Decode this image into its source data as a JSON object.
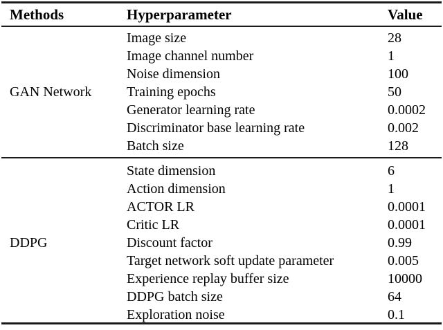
{
  "table": {
    "headers": {
      "methods": "Methods",
      "hyperparameter": "Hyperparameter",
      "value": "Value"
    },
    "groups": [
      {
        "label": "GAN Network",
        "rows": [
          {
            "hyperparameter": "Image size",
            "value": "28"
          },
          {
            "hyperparameter": "Image channel number",
            "value": "1"
          },
          {
            "hyperparameter": "Noise dimension",
            "value": "100"
          },
          {
            "hyperparameter": "Training epochs",
            "value": "50"
          },
          {
            "hyperparameter": "Generator learning rate",
            "value": "0.0002"
          },
          {
            "hyperparameter": "Discriminator base learning rate",
            "value": "0.002"
          },
          {
            "hyperparameter": "Batch size",
            "value": "128"
          }
        ]
      },
      {
        "label": "DDPG",
        "rows": [
          {
            "hyperparameter": "State dimension",
            "value": "6"
          },
          {
            "hyperparameter": "Action dimension",
            "value": "1"
          },
          {
            "hyperparameter": "ACTOR LR",
            "value": "0.0001"
          },
          {
            "hyperparameter": "Critic LR",
            "value": "0.0001"
          },
          {
            "hyperparameter": "Discount factor",
            "value": "0.99"
          },
          {
            "hyperparameter": "Target network soft update parameter",
            "value": "0.005"
          },
          {
            "hyperparameter": "Experience replay buffer size",
            "value": "10000"
          },
          {
            "hyperparameter": "DDPG batch size",
            "value": "64"
          },
          {
            "hyperparameter": "Exploration noise",
            "value": "0.1"
          }
        ]
      }
    ]
  }
}
